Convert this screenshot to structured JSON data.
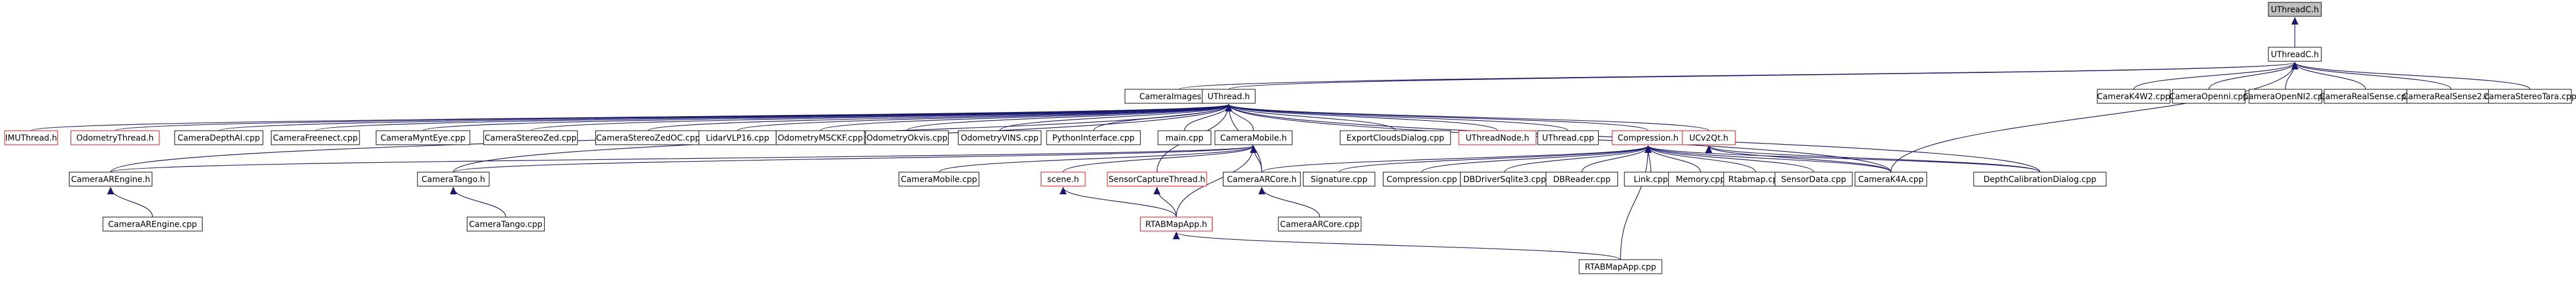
{
  "graph": {
    "nodes": {
      "uthreadc_h_root": "UThreadC.h",
      "uthreadc_h": "UThreadC.h",
      "camera_images_cpp": "CameraImages.cpp",
      "uthread_h": "UThread.h",
      "camera_k4w2_cpp": "CameraK4W2.cpp",
      "camera_openni_cpp": "CameraOpenni.cpp",
      "camera_openni2_cpp": "CameraOpenNI2.cpp",
      "camera_realsense_cpp": "CameraRealSense.cpp",
      "camera_realsense2_cpp": "CameraRealSense2.cpp",
      "camera_stereotara_cpp": "CameraStereoTara.cpp",
      "imu_thread_h": "IMUThread.h",
      "odometry_thread_h": "OdometryThread.h",
      "camera_depthai_cpp": "CameraDepthAI.cpp",
      "camera_freenect_cpp": "CameraFreenect.cpp",
      "camera_mynteye_cpp": "CameraMyntEye.cpp",
      "camera_stereozed_cpp": "CameraStereoZed.cpp",
      "camera_stereozedoc_cpp": "CameraStereoZedOC.cpp",
      "lidar_vlp16_cpp": "LidarVLP16.cpp",
      "odometry_msckf_cpp": "OdometryMSCKF.cpp",
      "odometry_okvis_cpp": "OdometryOkvis.cpp",
      "odometry_vins_cpp": "OdometryVINS.cpp",
      "python_interface_cpp": "PythonInterface.cpp",
      "main_cpp": "main.cpp",
      "camera_mobile_h": "CameraMobile.h",
      "export_clouds_dialog_cpp": "ExportCloudsDialog.cpp",
      "uthread_node_h": "UThreadNode.h",
      "uthread_cpp": "UThread.cpp",
      "compression_h": "Compression.h",
      "ucv2qt_h": "UCv2Qt.h",
      "camera_arengine_h": "CameraAREngine.h",
      "camera_tango_h": "CameraTango.h",
      "camera_mobile_cpp": "CameraMobile.cpp",
      "scene_h": "scene.h",
      "sensor_capture_thread_h": "SensorCaptureThread.h",
      "camera_arcore_h": "CameraARCore.h",
      "signature_cpp": "Signature.cpp",
      "compression_cpp": "Compression.cpp",
      "dbdriver_sqlite3_cpp": "DBDriverSqlite3.cpp",
      "dbreader_cpp": "DBReader.cpp",
      "link_cpp": "Link.cpp",
      "memory_cpp": "Memory.cpp",
      "rtabmap_cpp": "Rtabmap.cpp",
      "sensor_data_cpp": "SensorData.cpp",
      "camera_k4a_cpp": "CameraK4A.cpp",
      "depth_calibration_dialog_cpp": "DepthCalibrationDialog.cpp",
      "camera_arengine_cpp": "CameraAREngine.cpp",
      "camera_tango_cpp": "CameraTango.cpp",
      "rtabmap_app_h": "RTABMapApp.h",
      "camera_arcore_cpp": "CameraARCore.cpp",
      "rtabmap_app_cpp": "RTABMapApp.cpp"
    }
  }
}
